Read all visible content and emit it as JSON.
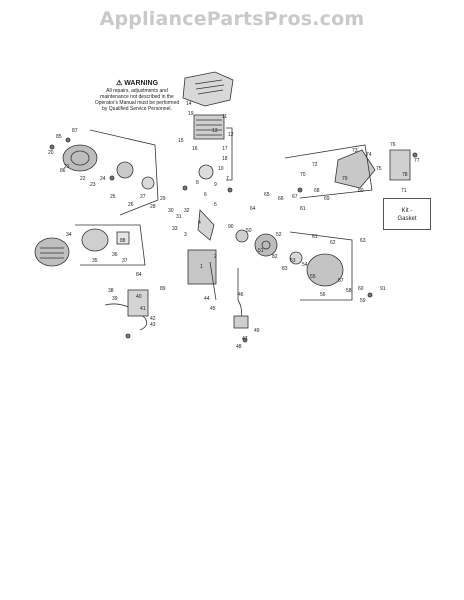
{
  "watermark": "AppliancePartsPros.com",
  "warning": {
    "title": "⚠ WARNING",
    "body": "All repairs, adjustments and maintenance not described in the Operator's Manual must be performed by Qualified Service Personnel."
  },
  "kit": {
    "number": "71",
    "label_line1": "Kit -",
    "label_line2": "Gasket"
  },
  "part_labels": [
    "14",
    "19",
    "13",
    "15",
    "16",
    "17",
    "18",
    "12",
    "11",
    "7",
    "10",
    "9",
    "8",
    "6",
    "5",
    "4",
    "3",
    "2",
    "1",
    "20",
    "21",
    "22",
    "23",
    "24",
    "25",
    "26",
    "27",
    "28",
    "29",
    "30",
    "31",
    "32",
    "33",
    "34",
    "35",
    "36",
    "37",
    "38",
    "39",
    "40",
    "41",
    "42",
    "43",
    "44",
    "45",
    "46",
    "47",
    "48",
    "49",
    "50",
    "51",
    "52",
    "53",
    "54",
    "55",
    "56",
    "57",
    "58",
    "59",
    "60",
    "61",
    "62",
    "63",
    "64",
    "65",
    "66",
    "67",
    "68",
    "69",
    "70",
    "72",
    "73",
    "74",
    "75",
    "76",
    "77",
    "78",
    "79",
    "80",
    "81",
    "82",
    "83",
    "84",
    "85",
    "86",
    "87",
    "88",
    "89",
    "90",
    "91"
  ]
}
